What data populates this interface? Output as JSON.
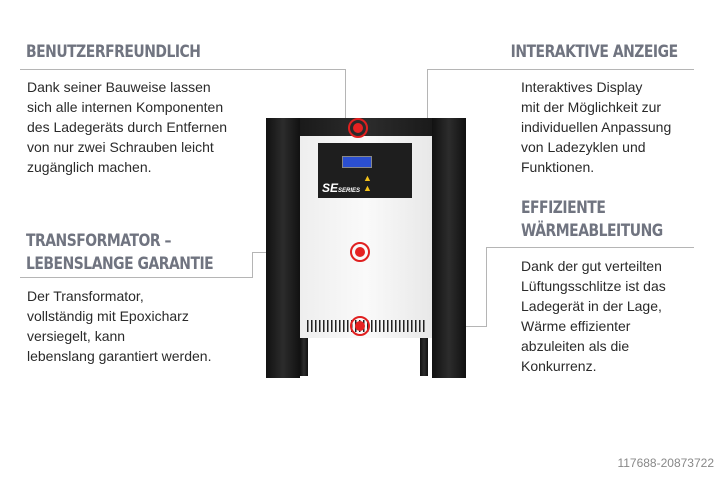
{
  "sections": {
    "user_friendly": {
      "title": "BENUTZERFREUNDLICH",
      "text": "Dank seiner Bauweise lassen\nsich alle internen Komponenten\ndes Ladegeräts durch Entfernen\nvon nur zwei Schrauben leicht\nzugänglich machen."
    },
    "display": {
      "title": "INTERAKTIVE ANZEIGE",
      "text": "Interaktives Display\nmit der Möglichkeit zur\nindividuellen Anpassung\nvon Ladezyklen und\nFunktionen."
    },
    "transformer": {
      "title_line1": "TRANSFORMATOR –",
      "title_line2": "LEBENSLANGE GARANTIE",
      "text": "Der Transformator,\nvollständig mit Epoxicharz\nversiegelt, kann\nlebenslang garantiert werden."
    },
    "cooling": {
      "title_line1": "EFFIZIENTE",
      "title_line2": "WÄRMEABLEITUNG",
      "text": "Dank der gut verteilten\nLüftungsschlitze ist das\nLadegerät in der Lage,\nWärme effizienter\nabzuleiten als die\nKonkurrenz."
    }
  },
  "product": {
    "series_logo": "SE",
    "series_sub": "SERIES"
  },
  "watermark": "117688-20873722",
  "colors": {
    "heading": "#707480",
    "marker": "#e52222",
    "line": "#b5b5b5"
  }
}
